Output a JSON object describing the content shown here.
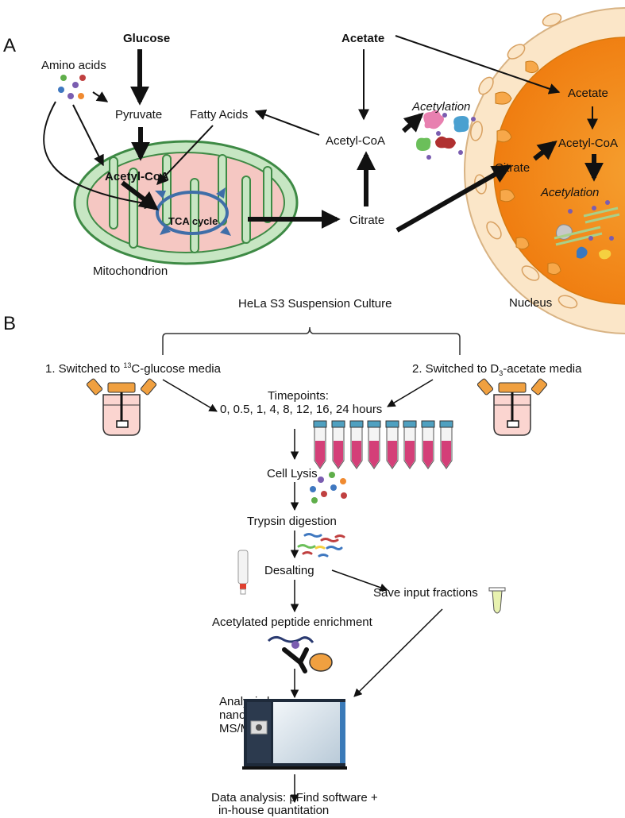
{
  "panels": {
    "a": "A",
    "b": "B"
  },
  "panel_a": {
    "glucose": "Glucose",
    "acetate_top": "Acetate",
    "amino_acids": "Amino acids",
    "pyruvate": "Pyruvate",
    "fatty_acids": "Fatty Acids",
    "acetyl_coa_mito": "Acetyl-CoA",
    "tca_cycle": "TCA cycle",
    "mitochondrion": "Mitochondrion",
    "citrate": "Citrate",
    "acetyl_coa_cyto": "Acetyl-CoA",
    "acetylation_cyto": "Acetylation",
    "nucleus": "Nucleus",
    "acetate_nuc": "Acetate",
    "acetyl_coa_nuc": "Acetyl-CoA",
    "citrate_nuc": "Citrate",
    "acetylation_nuc": "Acetylation"
  },
  "panel_b": {
    "culture": "HeLa S3 Suspension Culture",
    "switch1": {
      "prefix": "1. Switched to ",
      "sup": "13",
      "suffix": "C-glucose media"
    },
    "switch2": {
      "prefix": "2. Switched to D",
      "sub": "3",
      "suffix": "-acetate media"
    },
    "timepoints_title": "Timepoints:",
    "timepoints_values": "0, 0.5, 1, 4, 8, 12, 16, 24 hours",
    "cell_lysis": "Cell Lysis",
    "trypsin": "Trypsin digestion",
    "desalting": "Desalting",
    "save_input": "Save input fractions",
    "enrichment": "Acetylated peptide enrichment",
    "analysis": [
      "Analysis by",
      "nano-LC",
      "MS/MS"
    ],
    "data_analysis": [
      "Data analysis: pFind software +",
      "in-house quantitation"
    ]
  },
  "colors": {
    "mito_outer": "#c7e6c3",
    "mito_border": "#3e8a45",
    "mito_inner": "#f5c7c2",
    "tca_arrow": "#3f6ea8",
    "nucleus_outer": "#fbe6c8",
    "nucleus_inner": "#f28a12",
    "tube_liquid": "#d43f78",
    "tube_cap": "#4fa0c0",
    "flask_fill": "#fbd5d0",
    "flask_cap": "#f0a040",
    "machine_body": "#1e2a3a",
    "machine_face": "#dde8f0"
  },
  "icons": [
    "flask-icon",
    "falcon-tube-icon",
    "microtube-icon",
    "column-icon",
    "antibody-bead-icon",
    "mass-spectrometer-icon",
    "protein-icon",
    "peptide-icon",
    "amino-acid-dot-icon"
  ]
}
